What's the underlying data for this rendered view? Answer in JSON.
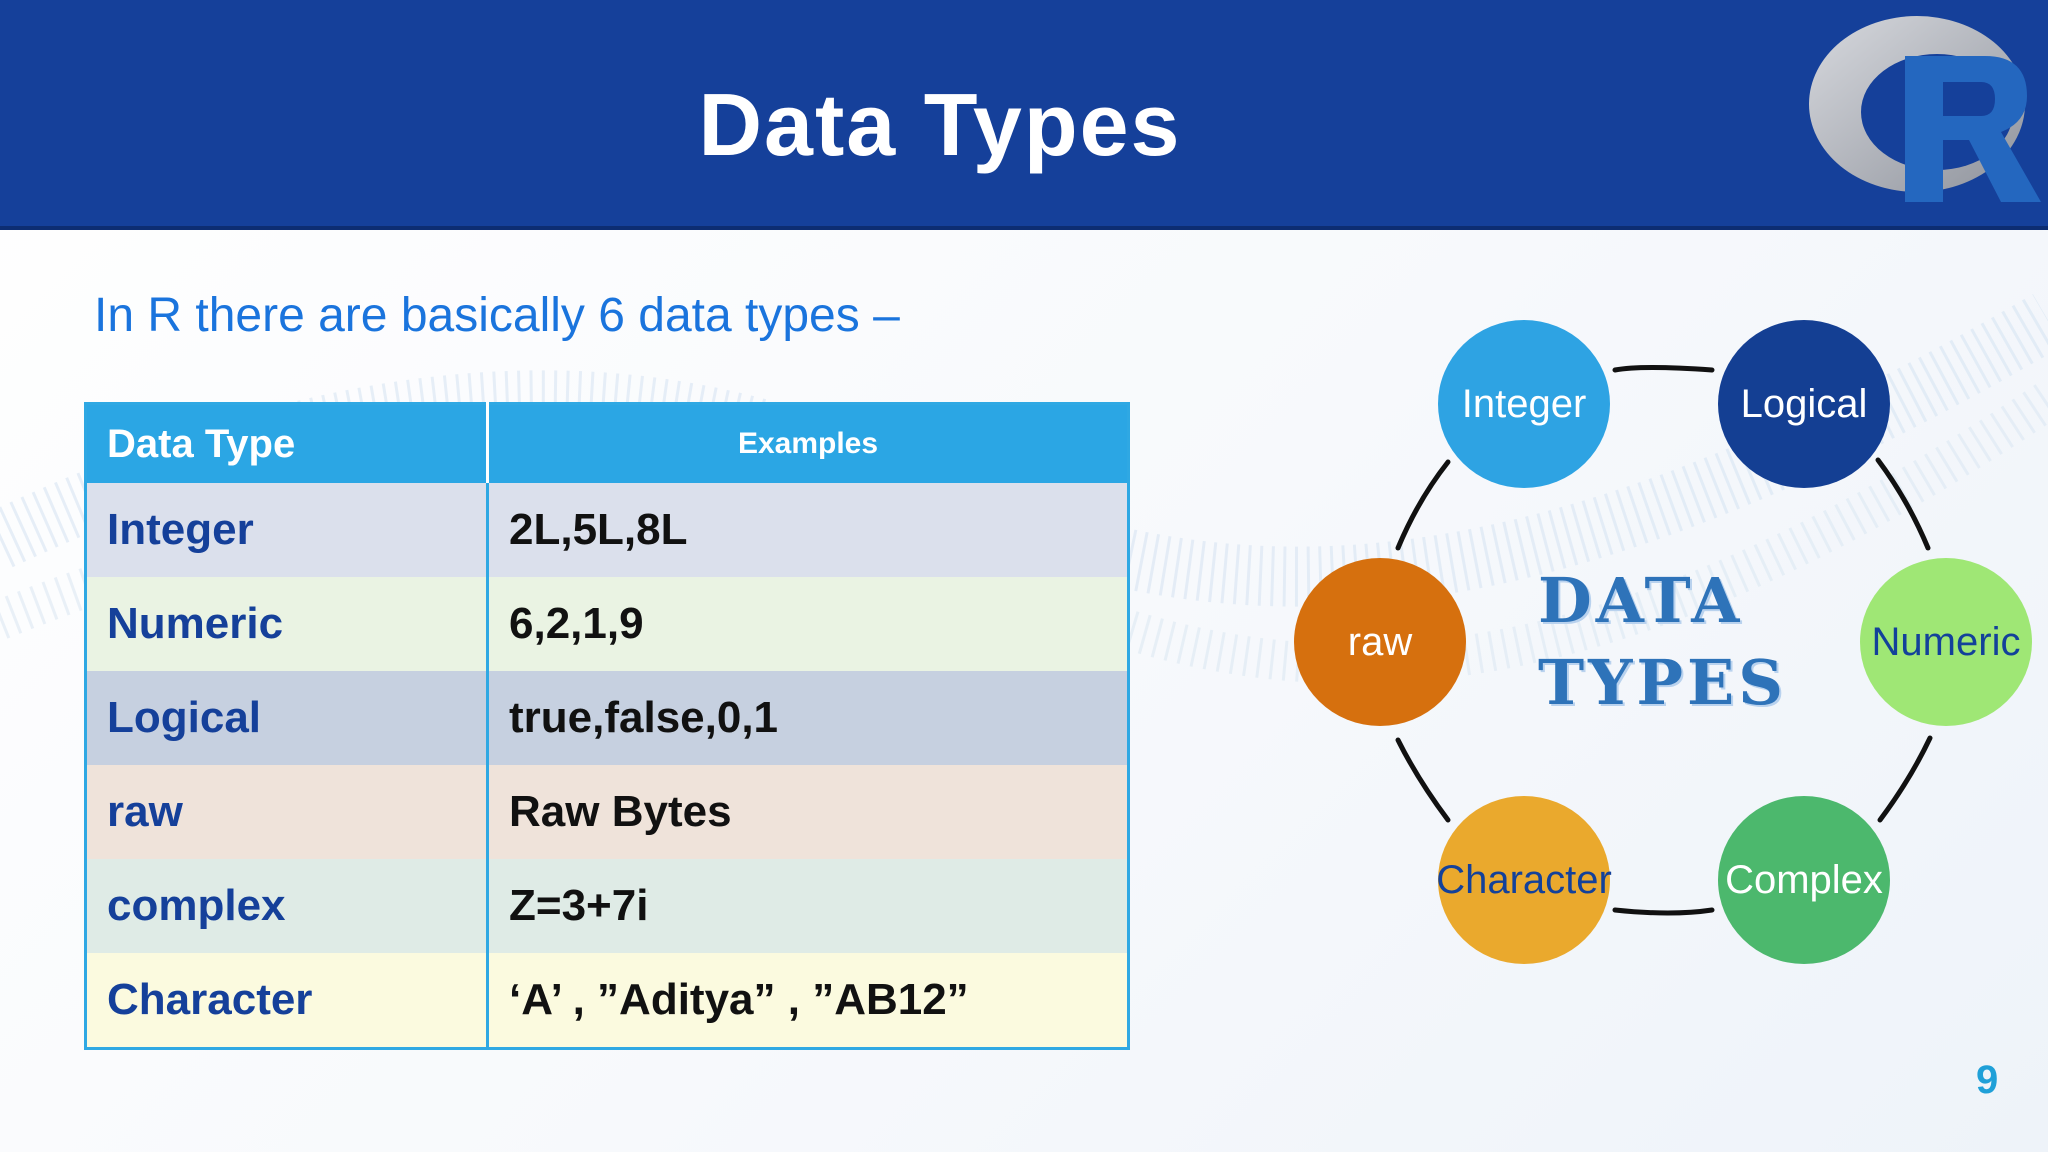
{
  "slide": {
    "title": "Data Types",
    "intro": "In R there are basically 6 data types –",
    "page_number": "9",
    "logo": "r-logo-icon"
  },
  "table": {
    "headers": [
      "Data Type",
      "Examples"
    ],
    "rows": [
      {
        "type": "Integer",
        "example": "2L,5L,8L",
        "bg": "#dbe0ec"
      },
      {
        "type": "Numeric",
        "example": "6,2,1,9",
        "bg": "#eaf3e3"
      },
      {
        "type": "Logical",
        "example": "true,false,0,1",
        "bg": "#c6d0e0"
      },
      {
        "type": "raw",
        "example": "Raw Bytes",
        "bg": "#efe3da"
      },
      {
        "type": "complex",
        "example": "Z=3+7i",
        "bg": "#dfebe6"
      },
      {
        "type": "Character",
        "example": "‘A’ , ”Aditya” , ”AB12”",
        "bg": "#fbfadf"
      }
    ]
  },
  "diagram": {
    "center_line1": "DATA",
    "center_line2": "TYPES",
    "nodes": [
      {
        "label": "Integer",
        "color": "#2ea3e3",
        "text_color": "#ffffff"
      },
      {
        "label": "Logical",
        "color": "#143f93",
        "text_color": "#ffffff"
      },
      {
        "label": "Numeric",
        "color": "#9fe775",
        "text_color": "#13419a"
      },
      {
        "label": "Complex",
        "color": "#4cb86d",
        "text_color": "#ffffff"
      },
      {
        "label": "Character",
        "color": "#eaa92d",
        "text_color": "#13419a"
      },
      {
        "label": "raw",
        "color": "#d6700e",
        "text_color": "#ffffff"
      }
    ]
  }
}
